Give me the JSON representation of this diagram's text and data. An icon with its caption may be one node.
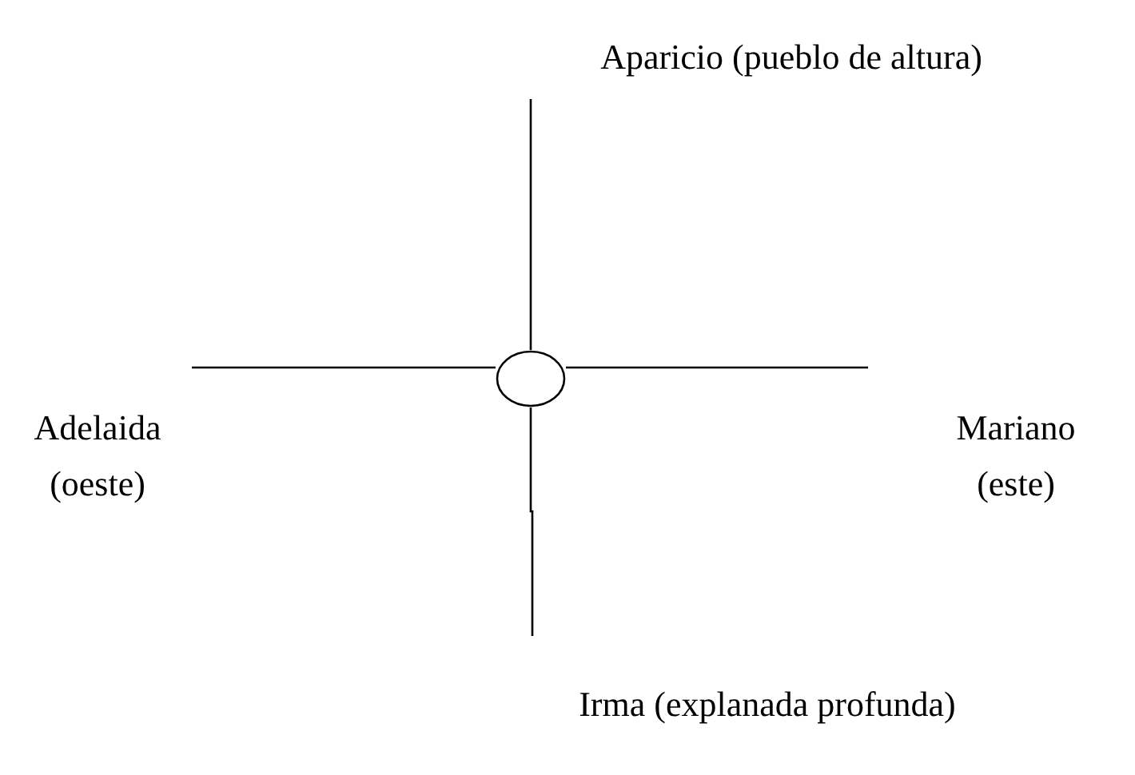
{
  "diagram": {
    "nodes": [
      {
        "text": [],
        "shape": "circle"
      },
      {
        "text": [
          "Aparicio (pueblo de altura)"
        ]
      },
      {
        "text": [
          "Adelaida (oeste)"
        ]
      },
      {
        "text": [
          "Mariano (este)"
        ]
      },
      {
        "text": [
          "Irma (explanada profunda)"
        ]
      }
    ],
    "edges": [
      {
        "from": 0,
        "to": 1,
        "arrow": "none"
      },
      {
        "from": 0,
        "to": 2,
        "arrow": "none"
      },
      {
        "from": 0,
        "to": 3,
        "arrow": "none"
      },
      {
        "from": 0,
        "to": 4,
        "arrow": "none"
      }
    ]
  }
}
